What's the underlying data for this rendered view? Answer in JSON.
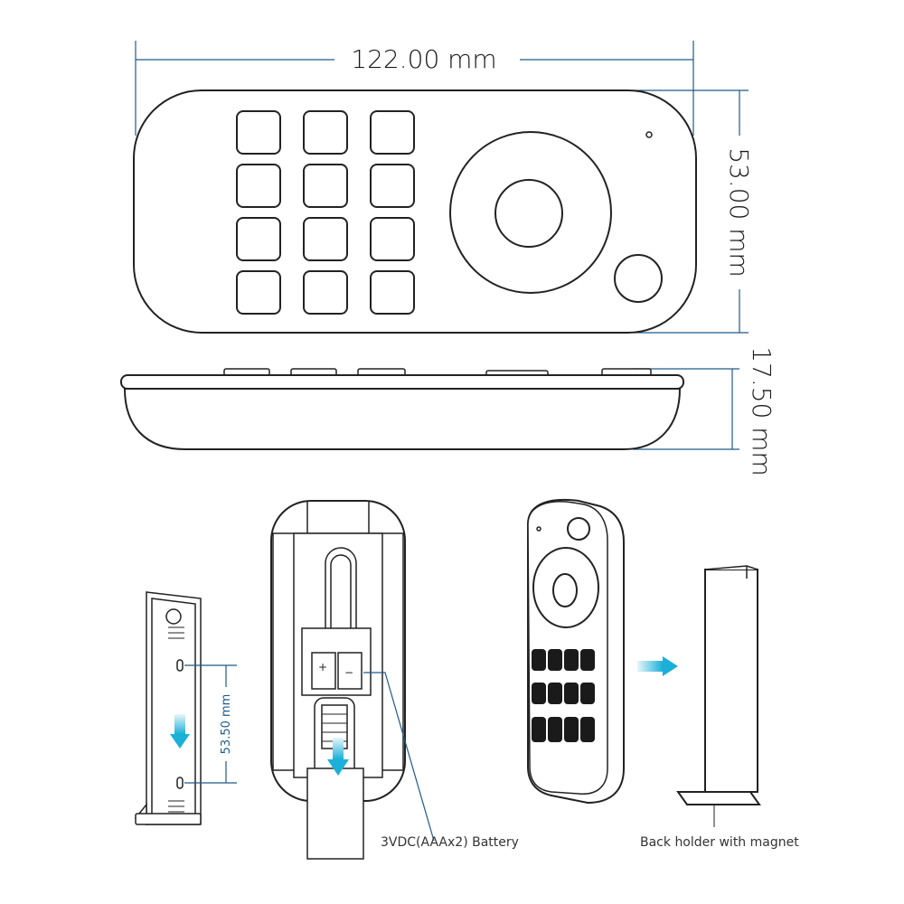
{
  "dimensions": {
    "width": "122.00 mm",
    "height": "53.00 mm",
    "depth": "17.50 mm",
    "battery_spacing": "53.50 mm"
  },
  "labels": {
    "battery": "3VDC(AAAx2) Battery",
    "holder": "Back holder with magnet",
    "plus": "+",
    "minus": "−"
  },
  "colors": {
    "dimension_line": "#1f5a8a",
    "arrow_gradient_start": "#e8f6fb",
    "arrow_gradient_end": "#1ab0d8"
  }
}
